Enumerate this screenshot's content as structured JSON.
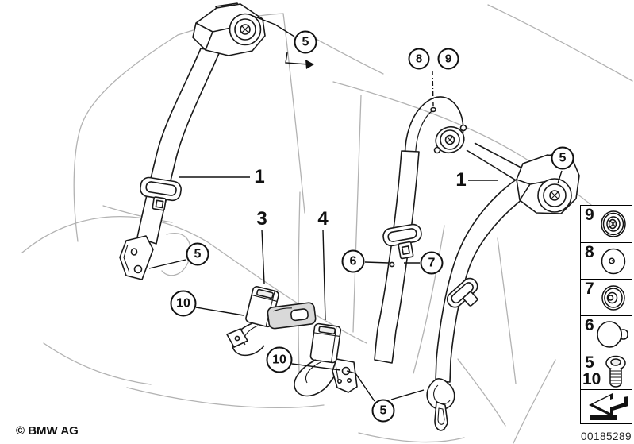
{
  "meta": {
    "copyright": "© BMW AG",
    "doc_number": "00185289"
  },
  "callouts": [
    {
      "label": "5"
    },
    {
      "label": "8"
    },
    {
      "label": "9"
    },
    {
      "label": "5"
    },
    {
      "label": "5"
    },
    {
      "label": "6"
    },
    {
      "label": "7"
    },
    {
      "label": "10"
    },
    {
      "label": "10"
    },
    {
      "label": "5"
    }
  ],
  "part_labels": [
    {
      "label": "1"
    },
    {
      "label": "1"
    },
    {
      "label": "3"
    },
    {
      "label": "4"
    }
  ],
  "legend": {
    "rows": [
      {
        "number": "9",
        "icon": "grommet-washer-icon"
      },
      {
        "number": "8",
        "icon": "cover-cap-icon"
      },
      {
        "number": "7",
        "icon": "bushing-washer-icon"
      },
      {
        "number": "6",
        "icon": "plug-cap-icon"
      },
      {
        "number": "5",
        "number2": "10",
        "icon": "torx-screw-icon"
      },
      {
        "icon": "direction-arrow-icon"
      }
    ]
  },
  "colors": {
    "line": "#111111",
    "sketch": "#b2b2b2",
    "metal_fill": "#d9d9d9"
  }
}
